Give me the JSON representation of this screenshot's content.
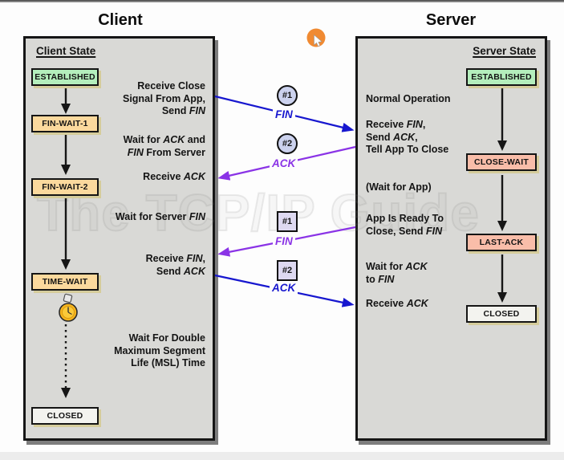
{
  "titles": {
    "client": "Client",
    "server": "Server"
  },
  "watermark": "The TCP/IP Guide",
  "client_panel": {
    "header": "Client State",
    "states": [
      {
        "label": "ESTABLISHED",
        "color": "green"
      },
      {
        "label": "FIN-WAIT-1",
        "color": "tan"
      },
      {
        "label": "FIN-WAIT-2",
        "color": "tan"
      },
      {
        "label": "TIME-WAIT",
        "color": "tan"
      },
      {
        "label": "CLOSED",
        "color": "white"
      }
    ],
    "annotations": [
      "Receive Close\nSignal From App,\nSend *FIN*",
      "Wait for *ACK* and\n*FIN* From Server",
      "Receive *ACK*",
      "Wait for Server *FIN*",
      "Receive *FIN*,\nSend *ACK*",
      "Wait For Double\nMaximum Segment\nLife (MSL) Time"
    ]
  },
  "server_panel": {
    "header": "Server State",
    "states": [
      {
        "label": "ESTABLISHED",
        "color": "green"
      },
      {
        "label": "CLOSE-WAIT",
        "color": "pink"
      },
      {
        "label": "LAST-ACK",
        "color": "pink"
      },
      {
        "label": "CLOSED",
        "color": "white"
      }
    ],
    "annotations": [
      "Normal Operation",
      "Receive *FIN*,\nSend *ACK*,\nTell App To Close",
      "(Wait for App)",
      "App Is Ready To\nClose, Send *FIN*",
      "Wait for *ACK*\nto *FIN*",
      "Receive *ACK*"
    ]
  },
  "messages": [
    {
      "num": "#1",
      "label": "FIN",
      "shape": "circle",
      "color": "blue",
      "direction": "client-to-server"
    },
    {
      "num": "#2",
      "label": "ACK",
      "shape": "circle",
      "color": "purple",
      "direction": "server-to-client"
    },
    {
      "num": "#1",
      "label": "FIN",
      "shape": "square",
      "color": "purple",
      "direction": "server-to-client"
    },
    {
      "num": "#2",
      "label": "ACK",
      "shape": "square",
      "color": "blue",
      "direction": "client-to-server"
    }
  ],
  "colors": {
    "blue": "#1717cf",
    "purple": "#8a33e6",
    "panel_gray": "#d9d9d6",
    "state_green": "#b4eebc",
    "state_tan": "#fbd99d",
    "state_pink": "#f9bda9",
    "state_closed": "#f3f3ef",
    "cursor_orange": "#f08a32"
  }
}
